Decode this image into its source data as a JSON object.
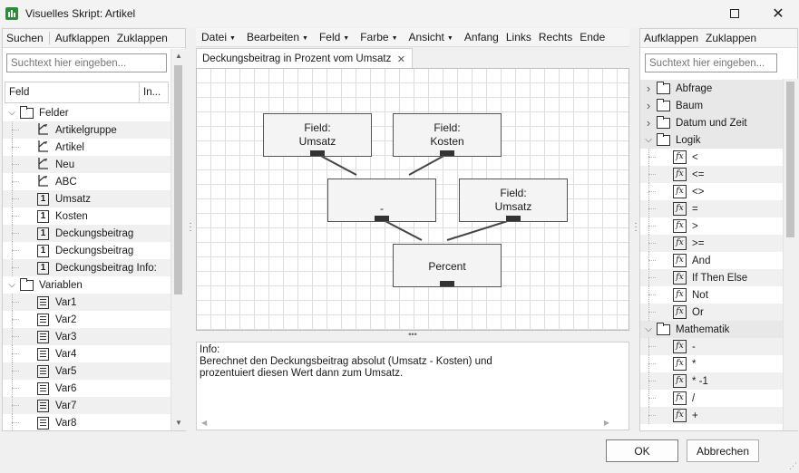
{
  "window": {
    "title": "Visuelles Skript: Artikel"
  },
  "left": {
    "toolbar": {
      "search": "Suchen",
      "expand": "Aufklappen",
      "collapse": "Zuklappen"
    },
    "search_placeholder": "Suchtext hier eingeben...",
    "columns": {
      "field": "Feld",
      "info": "In..."
    },
    "tree": [
      {
        "label": "Felder",
        "kind": "folder",
        "level": 0,
        "expanded": true
      },
      {
        "label": "Artikelgruppe",
        "kind": "text-field",
        "level": 1
      },
      {
        "label": "Artikel",
        "kind": "text-field",
        "level": 1
      },
      {
        "label": "Neu",
        "kind": "text-field",
        "level": 1
      },
      {
        "label": "ABC",
        "kind": "text-field",
        "level": 1
      },
      {
        "label": "Umsatz",
        "kind": "number-field",
        "level": 1
      },
      {
        "label": "Kosten",
        "kind": "number-field",
        "level": 1
      },
      {
        "label": "Deckungsbeitrag",
        "kind": "number-field",
        "level": 1
      },
      {
        "label": "Deckungsbeitrag",
        "kind": "number-field",
        "level": 1
      },
      {
        "label": "Deckungsbeitrag Info:",
        "kind": "number-field",
        "level": 1
      },
      {
        "label": "Variablen",
        "kind": "folder",
        "level": 0,
        "expanded": true
      },
      {
        "label": "Var1",
        "kind": "variable",
        "level": 1
      },
      {
        "label": "Var2",
        "kind": "variable",
        "level": 1
      },
      {
        "label": "Var3",
        "kind": "variable",
        "level": 1
      },
      {
        "label": "Var4",
        "kind": "variable",
        "level": 1
      },
      {
        "label": "Var5",
        "kind": "variable",
        "level": 1
      },
      {
        "label": "Var6",
        "kind": "variable",
        "level": 1
      },
      {
        "label": "Var7",
        "kind": "variable",
        "level": 1
      },
      {
        "label": "Var8",
        "kind": "variable",
        "level": 1
      }
    ]
  },
  "center": {
    "menu": [
      {
        "label": "Datei",
        "dropdown": true
      },
      {
        "label": "Bearbeiten",
        "dropdown": true
      },
      {
        "label": "Feld",
        "dropdown": true
      },
      {
        "label": "Farbe",
        "dropdown": true
      },
      {
        "label": "Ansicht",
        "dropdown": true
      },
      {
        "label": "Anfang",
        "dropdown": false
      },
      {
        "label": "Links",
        "dropdown": false
      },
      {
        "label": "Rechts",
        "dropdown": false
      },
      {
        "label": "Ende",
        "dropdown": false
      }
    ],
    "tab_title": "Deckungsbeitrag in Prozent vom Umsatz",
    "nodes": {
      "field_umsatz": {
        "line1": "Field:",
        "line2": "Umsatz"
      },
      "field_kosten": {
        "line1": "Field:",
        "line2": "Kosten"
      },
      "minus": {
        "line1": "-",
        "line2": ""
      },
      "field_umsatz2": {
        "line1": "Field:",
        "line2": "Umsatz"
      },
      "percent": {
        "line1": "Percent",
        "line2": ""
      }
    },
    "info": {
      "heading": "Info:",
      "line1": "Berechnet den Deckungsbeitrag absolut (Umsatz - Kosten) und",
      "line2": "prozentuiert diesen Wert dann zum Umsatz."
    }
  },
  "right": {
    "toolbar": {
      "expand": "Aufklappen",
      "collapse": "Zuklappen"
    },
    "search_placeholder": "Suchtext hier eingeben...",
    "tree": [
      {
        "label": "Abfrage",
        "kind": "folder",
        "level": 0,
        "expanded": false
      },
      {
        "label": "Baum",
        "kind": "folder",
        "level": 0,
        "expanded": false
      },
      {
        "label": "Datum und Zeit",
        "kind": "folder",
        "level": 0,
        "expanded": false
      },
      {
        "label": "Logik",
        "kind": "folder",
        "level": 0,
        "expanded": true
      },
      {
        "label": "<",
        "kind": "function",
        "level": 1
      },
      {
        "label": "<=",
        "kind": "function",
        "level": 1
      },
      {
        "label": "<>",
        "kind": "function",
        "level": 1
      },
      {
        "label": "=",
        "kind": "function",
        "level": 1
      },
      {
        "label": ">",
        "kind": "function",
        "level": 1
      },
      {
        "label": ">=",
        "kind": "function",
        "level": 1
      },
      {
        "label": "And",
        "kind": "function",
        "level": 1
      },
      {
        "label": "If Then Else",
        "kind": "function",
        "level": 1
      },
      {
        "label": "Not",
        "kind": "function",
        "level": 1
      },
      {
        "label": "Or",
        "kind": "function",
        "level": 1
      },
      {
        "label": "Mathematik",
        "kind": "folder",
        "level": 0,
        "expanded": true
      },
      {
        "label": "-",
        "kind": "function",
        "level": 1
      },
      {
        "label": "*",
        "kind": "function",
        "level": 1
      },
      {
        "label": "* -1",
        "kind": "function",
        "level": 1
      },
      {
        "label": "/",
        "kind": "function",
        "level": 1
      },
      {
        "label": "+",
        "kind": "function",
        "level": 1
      }
    ]
  },
  "footer": {
    "ok": "OK",
    "cancel": "Abbrechen"
  }
}
